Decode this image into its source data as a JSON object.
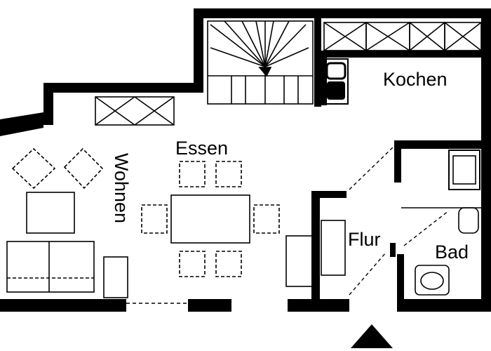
{
  "floorplan": {
    "rooms": {
      "kitchen": "Kochen",
      "dining": "Essen",
      "living": "Wohnen",
      "hall": "Flur",
      "bath": "Bad"
    }
  },
  "colors": {
    "wall": "#000000",
    "background": "#ffffff",
    "line": "#000000"
  }
}
